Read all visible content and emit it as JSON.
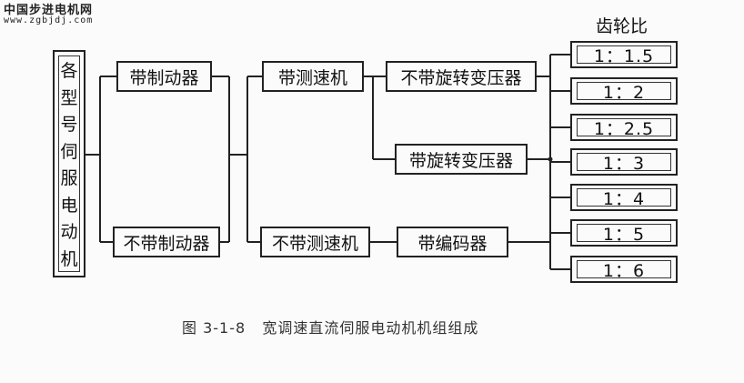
{
  "watermark": {
    "line1": "中国步进电机网",
    "line2": "www.zgbjdj.com"
  },
  "root_label": [
    "各",
    "型",
    "号",
    "伺",
    "服",
    "电",
    "动",
    "机"
  ],
  "brake": {
    "with": "带制动器",
    "without": "不带制动器"
  },
  "tacho": {
    "with": "带测速机",
    "without": "不带测速机"
  },
  "resolver": {
    "without": "不带旋转变压器",
    "with": "带旋转变压器"
  },
  "encoder": "带编码器",
  "gear_title": "齿轮比",
  "gear_ratios": [
    "1：1.5",
    "1：2",
    "1：2.5",
    "1：3",
    "1：4",
    "1：5",
    "1：6"
  ],
  "caption": "图 3-1-8   宽调速直流伺服电动机机组组成"
}
